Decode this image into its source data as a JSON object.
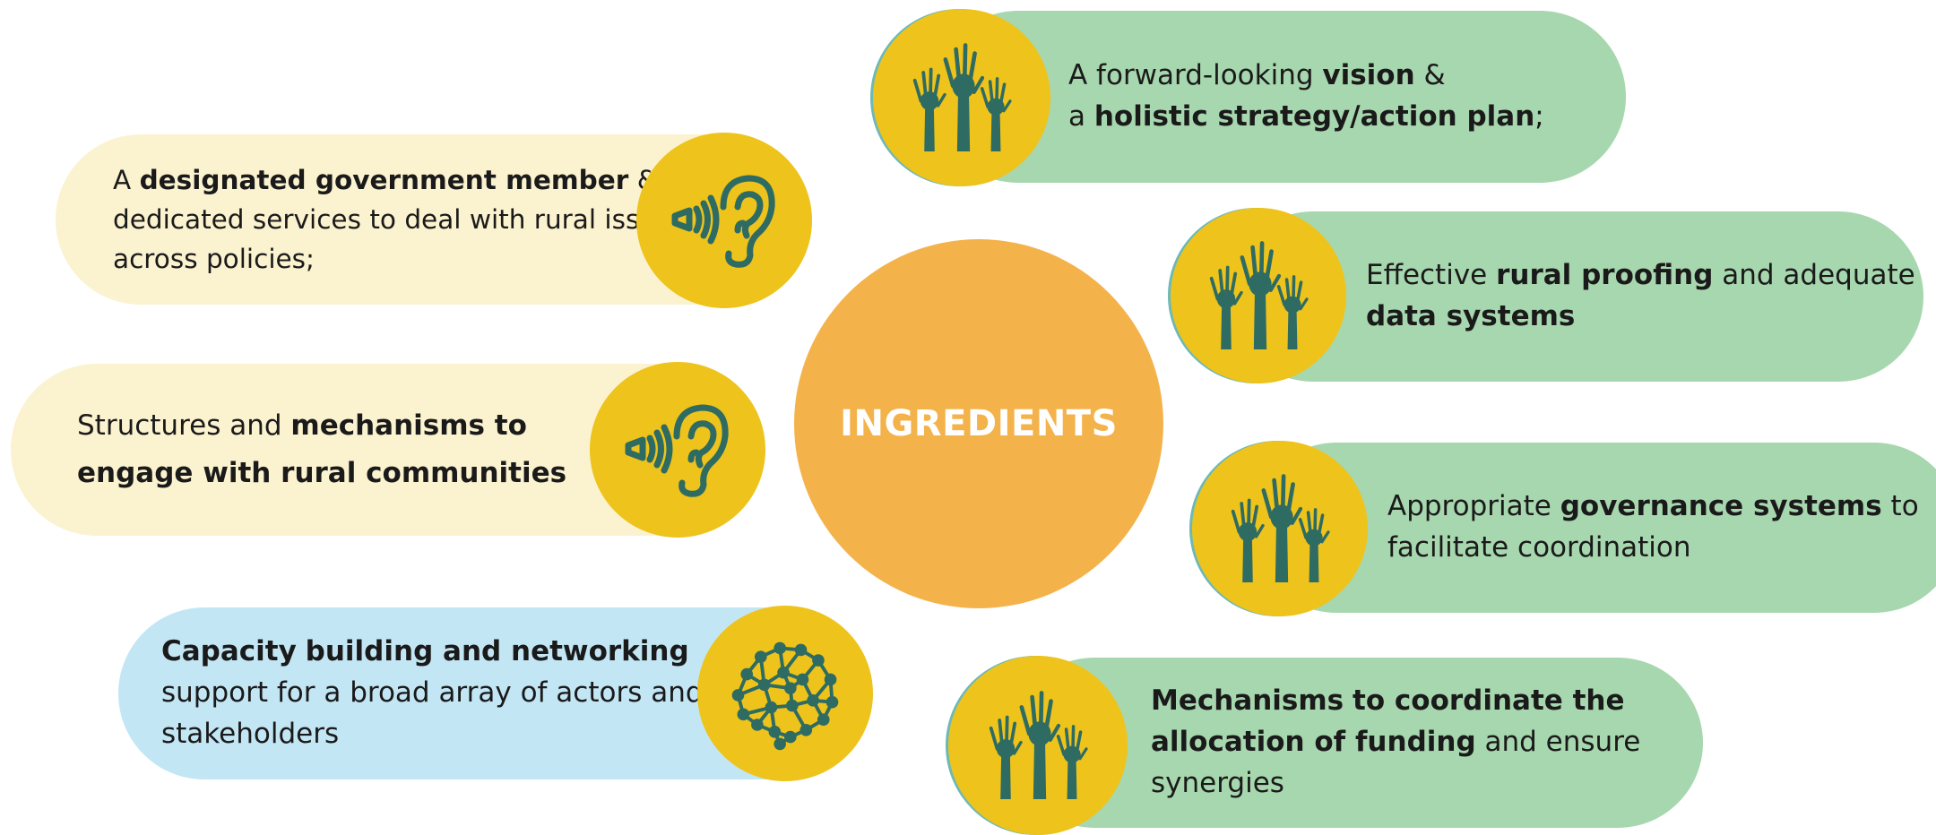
{
  "center": {
    "label": "INGREDIENTS"
  },
  "items": [
    {
      "id": "vision",
      "lines": [
        [
          {
            "t": "A forward-looking ",
            "b": false
          },
          {
            "t": "vision",
            "b": true
          },
          {
            "t": " &",
            "b": false
          }
        ],
        [
          {
            "t": "a ",
            "b": false
          },
          {
            "t": "holistic strategy/action plan",
            "b": true
          },
          {
            "t": ";",
            "b": false
          }
        ]
      ],
      "color": "#a7d7ae",
      "icon": "raised-hands-icon"
    },
    {
      "id": "rural-proofing",
      "lines": [
        [
          {
            "t": "Effective ",
            "b": false
          },
          {
            "t": "rural proofing",
            "b": true
          },
          {
            "t": " and adequate",
            "b": false
          }
        ],
        [
          {
            "t": "data systems",
            "b": true
          }
        ]
      ],
      "color": "#a7d7ae",
      "icon": "raised-hands-icon"
    },
    {
      "id": "governance",
      "lines": [
        [
          {
            "t": "Appropriate ",
            "b": false
          },
          {
            "t": "governance systems",
            "b": true
          },
          {
            "t": " to",
            "b": false
          }
        ],
        [
          {
            "t": "facilitate coordination",
            "b": false
          }
        ]
      ],
      "color": "#a7d7ae",
      "icon": "raised-hands-icon"
    },
    {
      "id": "funding",
      "lines": [
        [
          {
            "t": "Mechanisms",
            "b": true
          },
          {
            "t": " ",
            "b": false
          },
          {
            "t": "to coordinate the",
            "b": true
          }
        ],
        [
          {
            "t": "allocation of funding",
            "b": true
          },
          {
            "t": " and ensure",
            "b": false
          }
        ],
        [
          {
            "t": "synergies",
            "b": false
          }
        ]
      ],
      "color": "#a7d7ae",
      "icon": "raised-hands-icon"
    },
    {
      "id": "government-member",
      "lines": [
        [
          {
            "t": "A ",
            "b": false
          },
          {
            "t": "designated government member",
            "b": true
          },
          {
            "t": " &",
            "b": false
          }
        ],
        [
          {
            "t": "dedicated services to deal with rural issues",
            "b": false
          }
        ],
        [
          {
            "t": "across policies;",
            "b": false
          }
        ]
      ],
      "color": "#fbf2cf",
      "icon": "ear-speaker-icon"
    },
    {
      "id": "engage",
      "lines": [
        [
          {
            "t": "Structures and ",
            "b": false
          },
          {
            "t": "mechanisms to",
            "b": true
          }
        ],
        [
          {
            "t": "engage with rural communities",
            "b": true
          }
        ]
      ],
      "color": "#fbf2cf",
      "icon": "ear-speaker-icon"
    },
    {
      "id": "capacity",
      "lines": [
        [
          {
            "t": "Capacity",
            "b": true
          },
          {
            "t": " ",
            "b": false
          },
          {
            "t": "building and networking",
            "b": true
          }
        ],
        [
          {
            "t": "support for a broad array of actors and",
            "b": false
          }
        ],
        [
          {
            "t": "stakeholders",
            "b": false
          }
        ]
      ],
      "color": "#c3e6f5",
      "icon": "network-brain-icon"
    }
  ]
}
